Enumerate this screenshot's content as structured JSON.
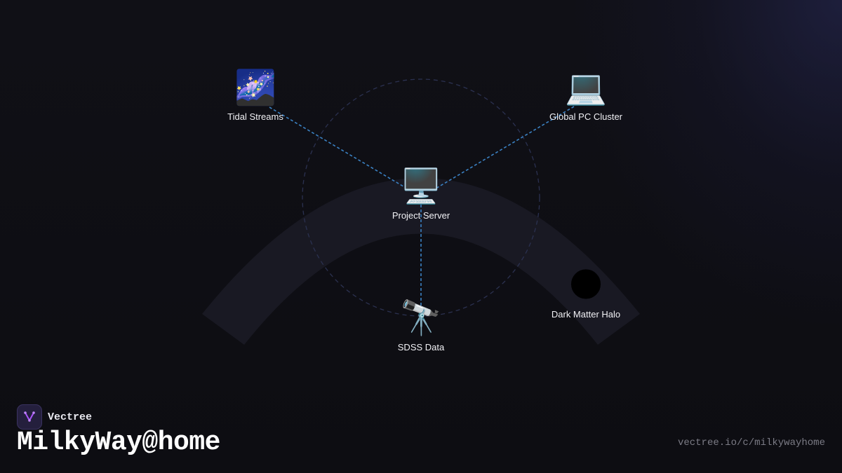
{
  "nodes": {
    "tidal_streams": {
      "label": "Tidal Streams",
      "icon": "milky-way-icon",
      "glyph": "🌌"
    },
    "global_pc_cluster": {
      "label": "Global PC Cluster",
      "icon": "laptop-icon",
      "glyph": "💻"
    },
    "project_server": {
      "label": "Project Server",
      "icon": "desktop-computer-icon",
      "glyph": "🖥️"
    },
    "sdss_data": {
      "label": "SDSS Data",
      "icon": "telescope-icon",
      "glyph": "🔭"
    },
    "dark_matter_halo": {
      "label": "Dark Matter Halo",
      "icon": "new-moon-icon",
      "glyph": "🌑"
    }
  },
  "brand": {
    "name": "Vectree",
    "icon": "vectree-logo-icon"
  },
  "title": "MilkyWay@home",
  "url": "vectree.io/c/milkywayhome",
  "colors": {
    "connector": "#3b82c4",
    "ring": "#2a3050",
    "arc": "#1a1a26",
    "accent": "#a855f7"
  }
}
